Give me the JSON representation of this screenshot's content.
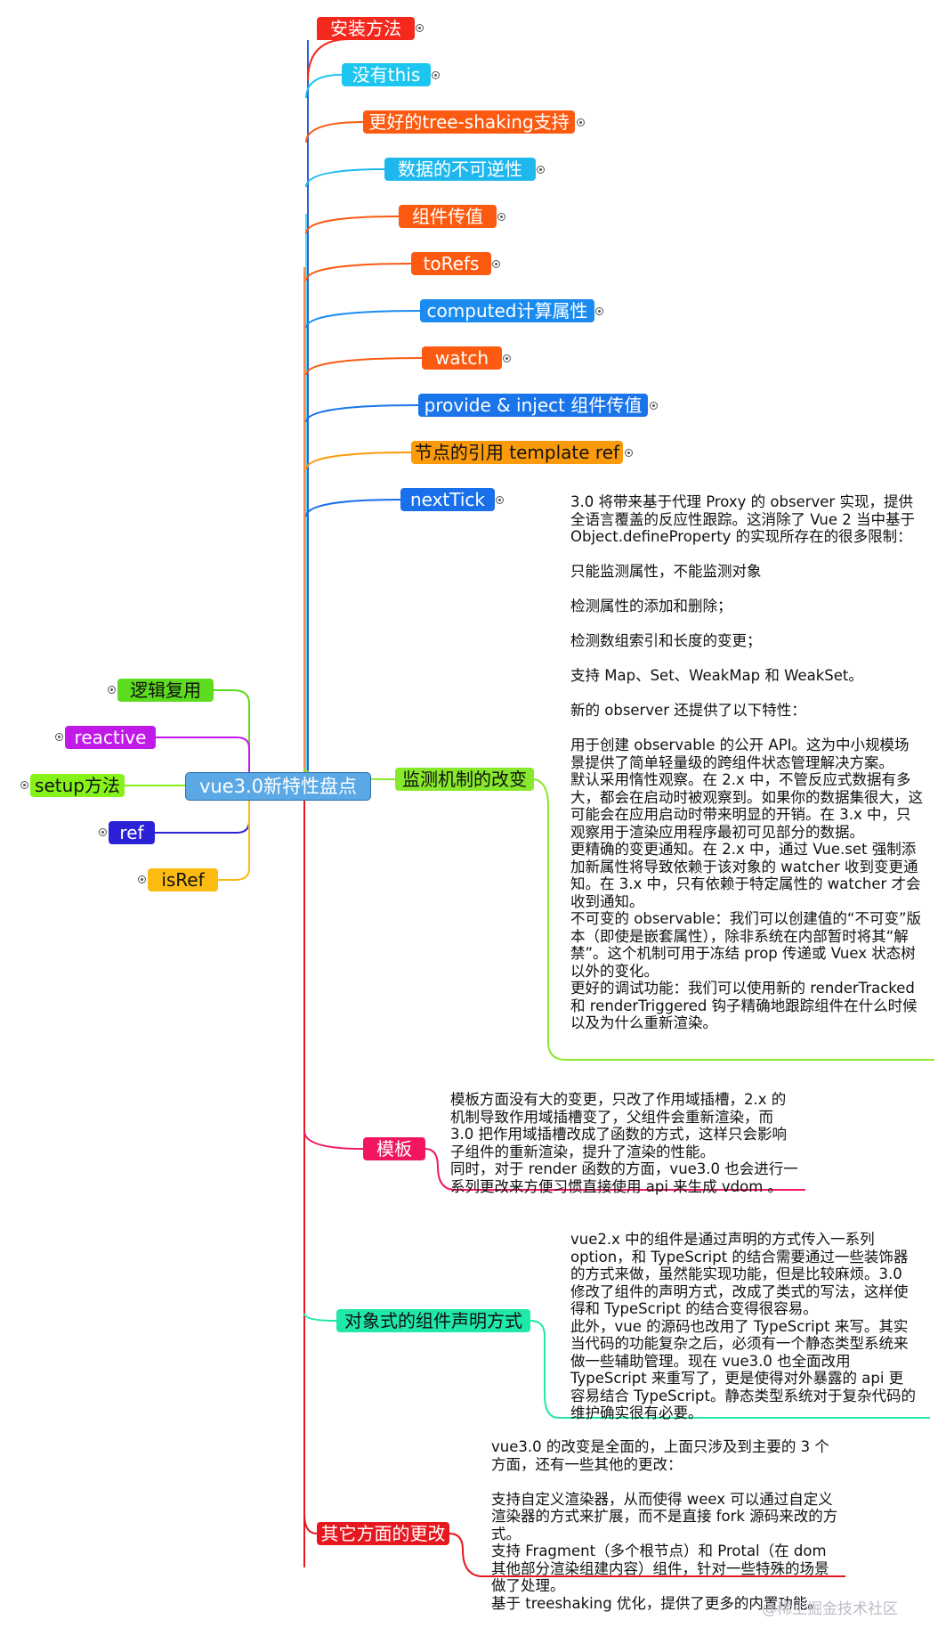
{
  "center": {
    "label": "vue3.0新特性盘点"
  },
  "right_nodes": [
    {
      "label": "安装方法",
      "color": "#f4281c"
    },
    {
      "label": "没有this",
      "color": "#1cc6f0"
    },
    {
      "label": "更好的tree-shaking支持",
      "color": "#fb5a10"
    },
    {
      "label": "数据的不可逆性",
      "color": "#1fb8ee"
    },
    {
      "label": "组件传值",
      "color": "#fb5a10"
    },
    {
      "label": "toRefs",
      "color": "#fb5a10"
    },
    {
      "label": "computed计算属性",
      "color": "#1a8cf0"
    },
    {
      "label": "watch",
      "color": "#fb5a10"
    },
    {
      "label": "provide & inject 组件传值",
      "color": "#1a74ea"
    },
    {
      "label": "节点的引用 template ref",
      "color": "#fb9b0c"
    },
    {
      "label": "nextTick",
      "color": "#1a6fea"
    },
    {
      "label": "监测机制的改变",
      "color": "#88e82c"
    },
    {
      "label": "模板",
      "color": "#f21662"
    },
    {
      "label": "对象式的组件声明方式",
      "color": "#1fe8a8"
    },
    {
      "label": "其它方面的更改",
      "color": "#e6171e"
    }
  ],
  "left_nodes": [
    {
      "label": "逻辑复用",
      "color": "#5ddc1f"
    },
    {
      "label": "reactive",
      "color": "#c11ae8"
    },
    {
      "label": "setup方法",
      "color": "#86f21a"
    },
    {
      "label": "ref",
      "color": "#2b22d8"
    },
    {
      "label": "isRef",
      "color": "#fbbb12"
    }
  ],
  "notes": {
    "monitoring": [
      "3.0 将带来基于代理 Proxy 的 observer 实现，提供全语言覆盖的反应性跟踪。这消除了 Vue 2 当中基于 Object.defineProperty 的实现所存在的很多限制：",
      "",
      "只能监测属性，不能监测对象",
      "",
      "检测属性的添加和删除；",
      "",
      "检测数组索引和长度的变更；",
      "",
      "支持 Map、Set、WeakMap 和 WeakSet。",
      "",
      "新的 observer 还提供了以下特性：",
      "",
      "用于创建 observable 的公开 API。这为中小规模场景提供了简单轻量级的跨组件状态管理解决方案。",
      "默认采用惰性观察。在 2.x 中，不管反应式数据有多大，都会在启动时被观察到。如果你的数据集很大，这可能会在应用启动时带来明显的开销。在 3.x 中，只观察用于渲染应用程序最初可见部分的数据。",
      "更精确的变更通知。在 2.x 中，通过 Vue.set 强制添加新属性将导致依赖于该对象的 watcher 收到变更通知。在 3.x 中，只有依赖于特定属性的 watcher 才会收到通知。",
      "不可变的 observable：我们可以创建值的“不可变”版本（即使是嵌套属性），除非系统在内部暂时将其“解禁”。这个机制可用于冻结 prop 传递或 Vuex 状态树以外的变化。",
      "更好的调试功能：我们可以使用新的 renderTracked 和 renderTriggered 钩子精确地跟踪组件在什么时候以及为什么重新渲染。"
    ],
    "template": [
      "模板方面没有大的变更，只改了作用域插槽，2.x 的机制导致作用域插槽变了，父组件会重新渲染，而 3.0 把作用域插槽改成了函数的方式，这样只会影响子组件的重新渲染，提升了渲染的性能。",
      "同时，对于 render 函数的方面，vue3.0 也会进行一系列更改来方便习惯直接使用 api 来生成 vdom 。"
    ],
    "object_style": [
      "vue2.x 中的组件是通过声明的方式传入一系列 option，和 TypeScript 的结合需要通过一些装饰器的方式来做，虽然能实现功能，但是比较麻烦。3.0 修改了组件的声明方式，改成了类式的写法，这样使得和 TypeScript 的结合变得很容易。",
      "此外，vue 的源码也改用了 TypeScript 来写。其实当代码的功能复杂之后，必须有一个静态类型系统来做一些辅助管理。现在 vue3.0 也全面改用 TypeScript 来重写了，更是使得对外暴露的 api 更容易结合 TypeScript。静态类型系统对于复杂代码的维护确实很有必要。"
    ],
    "other": [
      "vue3.0 的改变是全面的，上面只涉及到主要的 3 个方面，还有一些其他的更改：",
      "",
      "支持自定义渲染器，从而使得 weex 可以通过自定义渲染器的方式来扩展，而不是直接 fork 源码来改的方式。",
      "支持 Fragment（多个根节点）和 Protal（在 dom 其他部分渲染组建内容）组件，针对一些特殊的场景做了处理。",
      "基于 treeshaking 优化，提供了更多的内置功能。"
    ]
  },
  "watermark": "@稀土掘金技术社区"
}
